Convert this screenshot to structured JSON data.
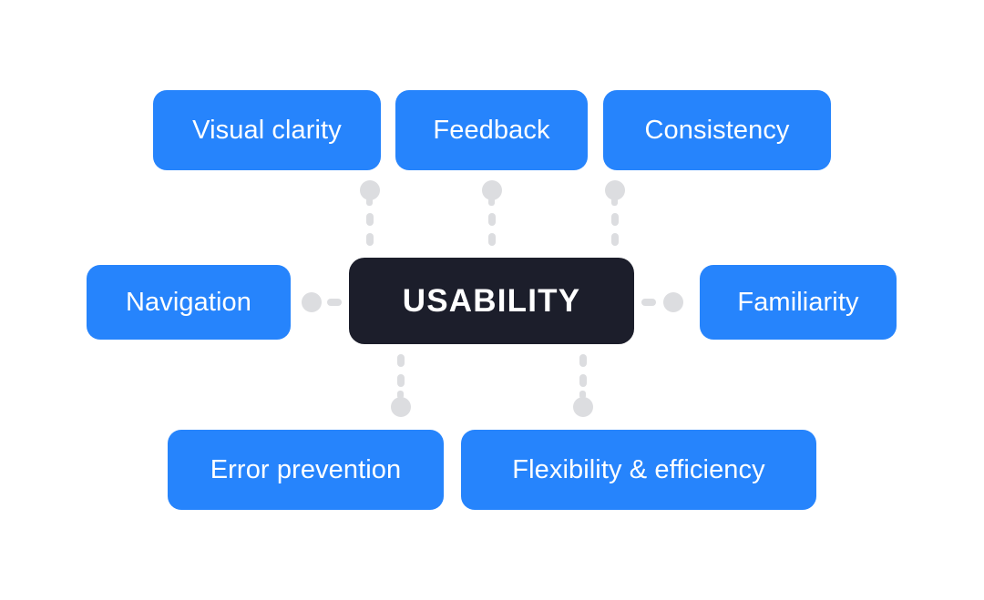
{
  "diagram": {
    "type": "mind-map",
    "title": "USABILITY",
    "background_color": "#ffffff",
    "center": {
      "label": "USABILITY",
      "color": "#1c1e2b",
      "text_color": "#ffffff"
    },
    "branch_color": "#2684fc",
    "branch_text_color": "#ffffff",
    "connector_color": "#dcdde0",
    "branches": [
      {
        "id": "visual-clarity",
        "label": "Visual clarity",
        "position": "top-left"
      },
      {
        "id": "feedback",
        "label": "Feedback",
        "position": "top-center"
      },
      {
        "id": "consistency",
        "label": "Consistency",
        "position": "top-right"
      },
      {
        "id": "navigation",
        "label": "Navigation",
        "position": "left"
      },
      {
        "id": "familiarity",
        "label": "Familiarity",
        "position": "right"
      },
      {
        "id": "error-prevention",
        "label": "Error prevention",
        "position": "bottom-left"
      },
      {
        "id": "flexibility",
        "label": "Flexibility & efficiency",
        "position": "bottom-right"
      }
    ]
  }
}
